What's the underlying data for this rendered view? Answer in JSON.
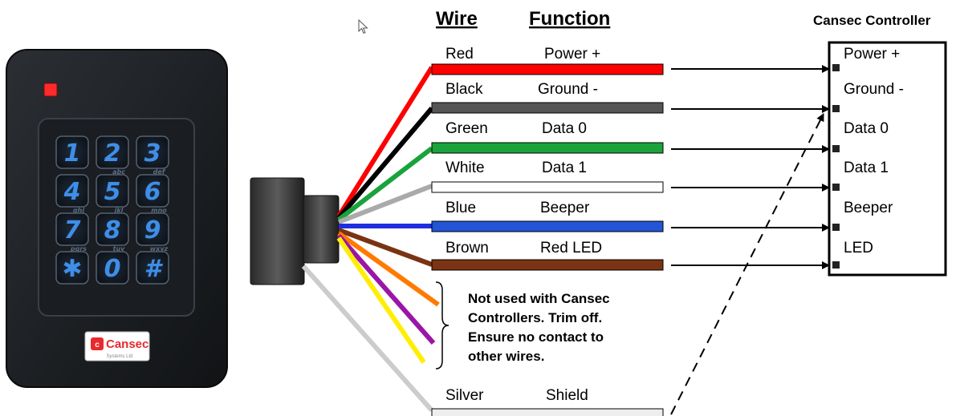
{
  "headers": {
    "wire": "Wire",
    "function": "Function"
  },
  "controller_title": "Cansec Controller",
  "wires": [
    {
      "name": "Red",
      "function": "Power +",
      "color": "#ff0000"
    },
    {
      "name": "Black",
      "function": "Ground -",
      "color": "#555555"
    },
    {
      "name": "Green",
      "function": "Data 0",
      "color": "#1aa33a"
    },
    {
      "name": "White",
      "function": "Data 1",
      "color": "#ffffff"
    },
    {
      "name": "Blue",
      "function": "Beeper",
      "color": "#2355d6"
    },
    {
      "name": "Brown",
      "function": "Red LED",
      "color": "#7a3413"
    },
    {
      "name": "Silver",
      "function": "Shield",
      "color": "#eeeeee"
    }
  ],
  "unused_wire_colors": [
    "#ff7a00",
    "#9b15a6",
    "#ffee00"
  ],
  "controller_terminals": [
    "Power +",
    "Ground -",
    "Data 0",
    "Data 1",
    "Beeper",
    "LED"
  ],
  "note_lines": [
    "Not used with Cansec",
    "Controllers. Trim off.",
    "Ensure no contact to",
    "other wires."
  ],
  "keypad": {
    "brand": "Cansec",
    "brand_sub": "Systems Ltd",
    "keys": [
      {
        "num": "1",
        "sub": ""
      },
      {
        "num": "2",
        "sub": "abc"
      },
      {
        "num": "3",
        "sub": "def"
      },
      {
        "num": "4",
        "sub": "ghi"
      },
      {
        "num": "5",
        "sub": "jkl"
      },
      {
        "num": "6",
        "sub": "mno"
      },
      {
        "num": "7",
        "sub": "pqrs"
      },
      {
        "num": "8",
        "sub": "tuv"
      },
      {
        "num": "9",
        "sub": "wxyz"
      },
      {
        "num": "✱",
        "sub": ""
      },
      {
        "num": "0",
        "sub": ""
      },
      {
        "num": "#",
        "sub": ""
      }
    ]
  },
  "colors": {
    "led": "#ff2a2a",
    "key_glow": "#3f8ee8",
    "brand_red": "#e8292e"
  }
}
